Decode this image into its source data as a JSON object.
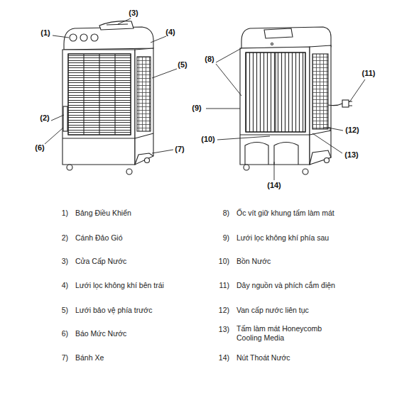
{
  "diagram": {
    "labels": [
      "(3)",
      "(1)",
      "(4)",
      "(5)",
      "(2)",
      "(6)",
      "(7)",
      "(8)",
      "(11)",
      "(9)",
      "(10)",
      "(12)",
      "(13)",
      "(14)",
      "1)",
      "Bảng Điều Khiển",
      "8)",
      "Ốc vít giữ khung tấm làm mát",
      "2)",
      "Cánh Đảo Gió",
      "9)",
      "Lưới lọc không khí phía sau",
      "3)",
      "Cửa Cấp Nước",
      "10)",
      "Bồn Nước",
      "4)",
      "Lưới lọc không khí bên trái",
      "11)",
      "Dây nguồn và phích cắm điện",
      "5)",
      "Lưới bảo vệ phía trước",
      "12)",
      "Van cấp nước liên tục",
      "6)",
      "Báo Mức Nước",
      "13)",
      "Tấm làm mát Honeycomb Cooling Media",
      "7)",
      "Bánh Xe",
      "14)",
      "Nút Thoát Nước"
    ]
  }
}
